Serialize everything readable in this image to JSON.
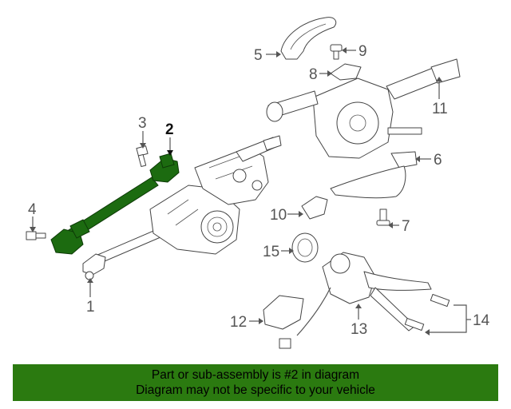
{
  "diagram": {
    "callouts": {
      "c1": "1",
      "c2": "2",
      "c3": "3",
      "c4": "4",
      "c5": "5",
      "c6": "6",
      "c7": "7",
      "c8": "8",
      "c9": "9",
      "c10": "10",
      "c11": "11",
      "c12": "12",
      "c13": "13",
      "c14": "14",
      "c15": "15"
    },
    "highlighted_part": "2",
    "highlight_color": "#1c6b10"
  },
  "banner": {
    "line1": "Part or sub-assembly is #2 in diagram",
    "line2": "Diagram may not be specific to your vehicle",
    "background": "#2b7a10"
  }
}
